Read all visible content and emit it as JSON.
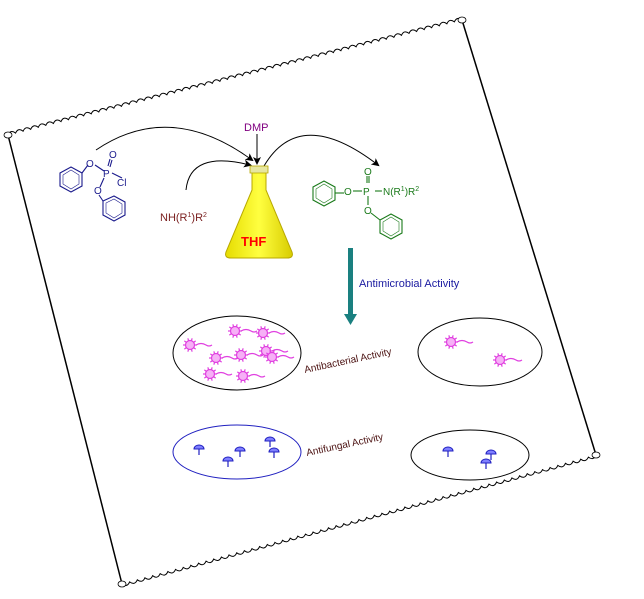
{
  "reaction": {
    "reagent_top": "DMP",
    "solvent": "THF",
    "amine": {
      "prefix": "NH(R",
      "sup1": "1",
      "mid": ")R",
      "sup2": "2"
    },
    "reactant_atoms": {
      "o1": "O",
      "p": "P",
      "o_double": "O",
      "cl": "Cl",
      "o2": "O"
    },
    "product_atoms": {
      "o1": "O",
      "p": "P",
      "o_double": "O",
      "o2": "O",
      "n_prefix": "N(R",
      "sup1": "1",
      "mid": ")R",
      "sup2": "2"
    }
  },
  "activity": {
    "label": "Antimicrobial Activity",
    "antibacterial_label": "Antibacterial Activity",
    "antifungal_label": "Antifungal Activity"
  },
  "colors": {
    "frame": "#000000",
    "amine": "#7a1f1f",
    "dmp": "#800080",
    "solvent_text": "#ff0000",
    "flask_liquid": "#f5ef00",
    "reactant": "#1a1a8c",
    "product": "#1a7a1a",
    "activity_arrow": "#1a8080",
    "activity_text": "#1a1aa0",
    "panel_text": "#4a1010",
    "bacteria": "#e040e0",
    "fungi": "#2020c0",
    "fungal_ellipse_edge": "#2020c0"
  }
}
